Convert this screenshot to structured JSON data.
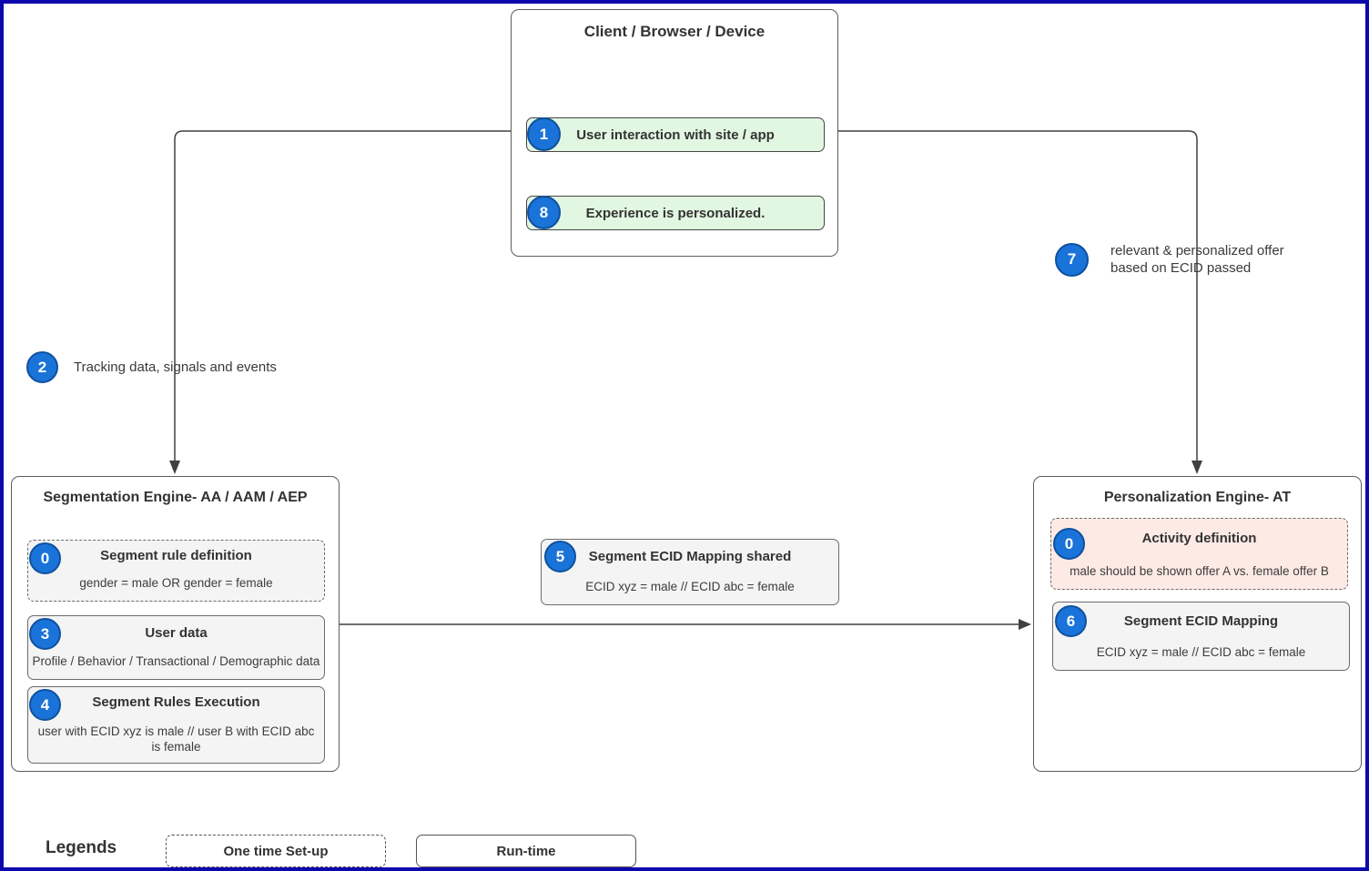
{
  "colors": {
    "page_border": "#0d08ad",
    "badge_fill": "#1a73d8",
    "badge_border": "#0f519e",
    "green_fill": "#e2f7e1",
    "green_border": "#454545",
    "pink_fill": "#fdeae5",
    "gray_fill": "#f4f4f4",
    "card_border": "#6b6b6b",
    "panel_border": "#5c5c5c",
    "line": "#404040",
    "text": "#333333"
  },
  "client": {
    "title": "Client / Browser / Device",
    "steps": [
      {
        "num": "1",
        "label": "User interaction with site / app"
      },
      {
        "num": "8",
        "label": "Experience is personalized."
      }
    ]
  },
  "annotations": {
    "tracking": {
      "num": "2",
      "text": "Tracking data, signals and events"
    },
    "offer": {
      "num": "7",
      "text": "relevant & personalized offer\nbased on ECID passed"
    }
  },
  "segmentation": {
    "title": "Segmentation Engine- AA / AAM / AEP",
    "items": [
      {
        "num": "0",
        "title": "Segment rule definition",
        "subtitle": "gender = male OR gender = female"
      },
      {
        "num": "3",
        "title": "User data",
        "subtitle": "Profile / Behavior / Transactional / Demographic data"
      },
      {
        "num": "4",
        "title": "Segment Rules Execution",
        "subtitle": "user with ECID xyz is male // user B with ECID abc is female"
      }
    ]
  },
  "mapping_shared": {
    "num": "5",
    "title": "Segment ECID Mapping shared",
    "subtitle": "ECID xyz = male // ECID abc = female"
  },
  "personalization": {
    "title": "Personalization Engine- AT",
    "items": [
      {
        "num": "0",
        "title": "Activity definition",
        "subtitle": "male should be shown offer A vs. female offer B"
      },
      {
        "num": "6",
        "title": "Segment ECID Mapping",
        "subtitle": "ECID xyz = male // ECID abc = female"
      }
    ]
  },
  "legend": {
    "title": "Legends",
    "items": [
      {
        "label": "One time Set-up",
        "style": "dashed"
      },
      {
        "label": "Run-time",
        "style": "solid"
      }
    ]
  }
}
